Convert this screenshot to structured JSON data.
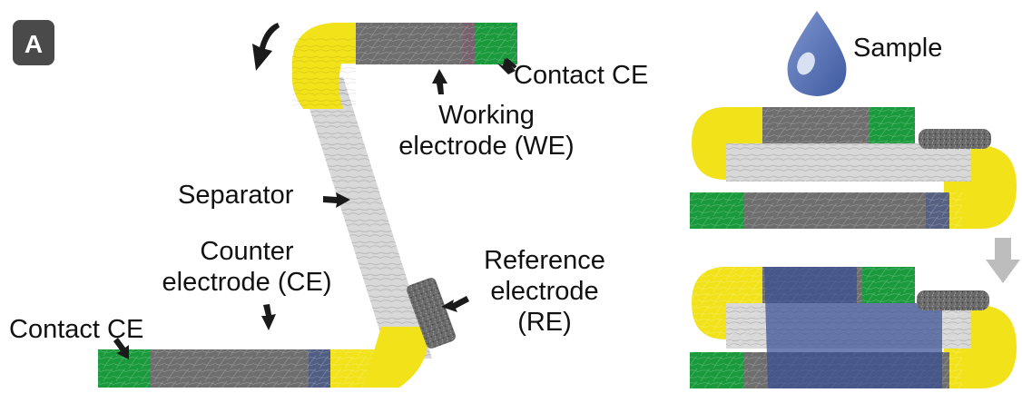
{
  "panel_label": "A",
  "labels": {
    "contact_ce_top": "Contact CE",
    "working_line1": "Working",
    "working_line2": "electrode (WE)",
    "separator": "Separator",
    "counter_line1": "Counter",
    "counter_line2": "electrode (CE)",
    "reference_line1": "Reference",
    "reference_line2": "electrode",
    "reference_line3": "(RE)",
    "contact_ce_bottom": "Contact CE",
    "sample": "Sample"
  },
  "colors": {
    "contact": "#1a9a3c",
    "electrode": "#6e6e6e",
    "separator": "#d8d8d8",
    "fold": "#f2e219",
    "reference": "#555555",
    "sample_drop": "#4f6fb3",
    "wetted": "#3a4f94",
    "arrow_gray": "#bdbdbd"
  },
  "icons": [
    "fold-arrow-icon",
    "droplet-icon",
    "down-arrow-icon"
  ]
}
